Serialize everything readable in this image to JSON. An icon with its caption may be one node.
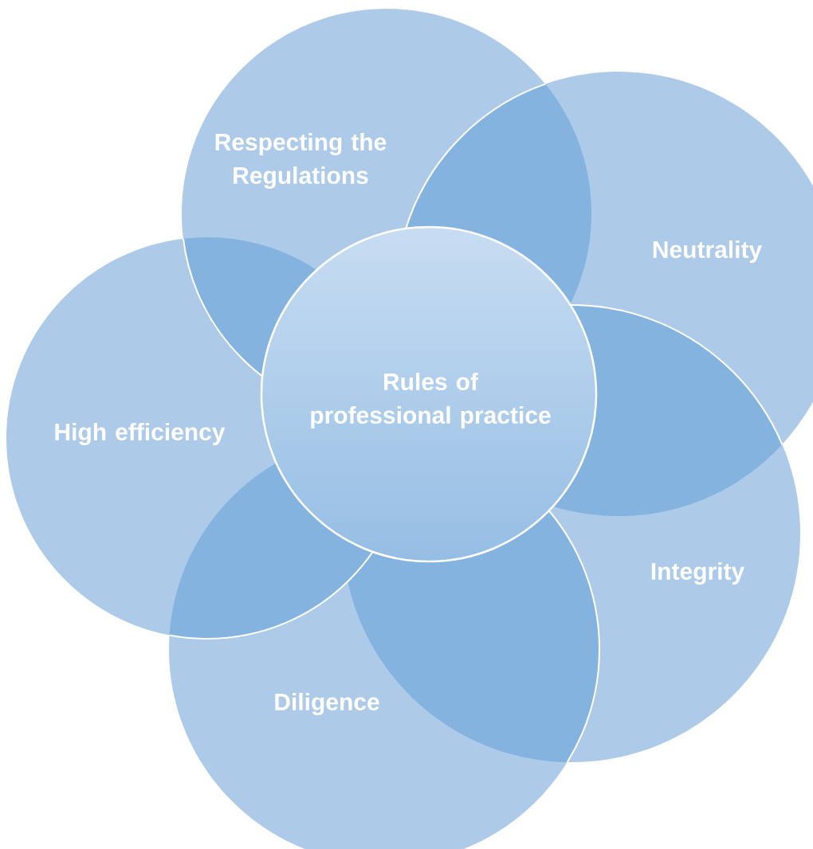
{
  "diagram": {
    "nodes": [
      {
        "text": [
          "Rules of professional practice"
        ]
      },
      {
        "text": [
          "Respecting the Regulations"
        ]
      },
      {
        "text": [
          "Neutrality"
        ]
      },
      {
        "text": [
          "Integrity"
        ]
      },
      {
        "text": [
          "Diligence"
        ]
      },
      {
        "text": [
          "High efficiency"
        ]
      }
    ]
  }
}
